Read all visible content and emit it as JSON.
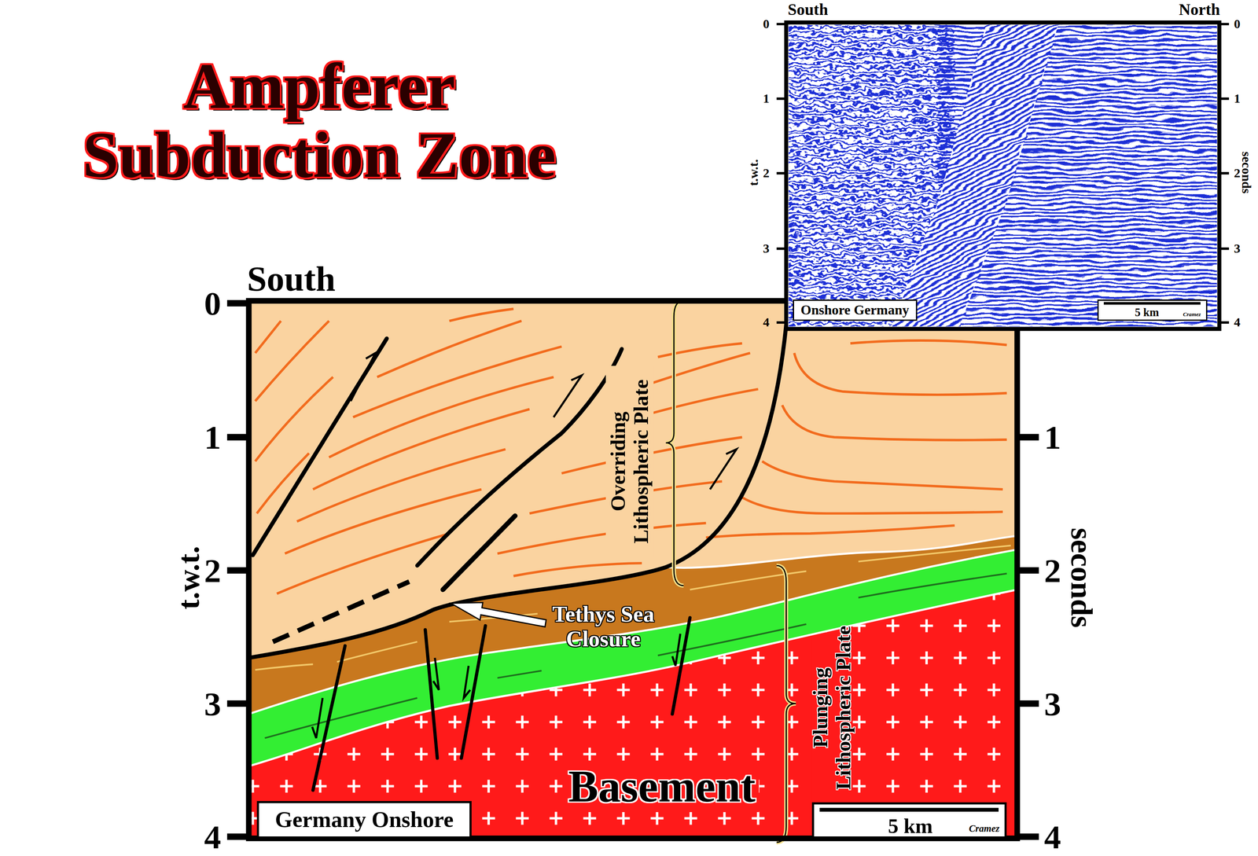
{
  "diagram": {
    "title": "Ampferer Subduction Zone",
    "nodes": [
      {
        "text": [
          "Onshore Germany"
        ]
      },
      {
        "text": [
          "5 km",
          "Cramez"
        ]
      },
      {
        "text": [
          "Germany Onshore"
        ]
      },
      {
        "text": [
          "5 km",
          "Cramez"
        ]
      }
    ],
    "labels": [
      "South",
      "North",
      "0",
      "1",
      "2",
      "3",
      "4",
      "t.w.t.",
      "0",
      "1",
      "2",
      "3",
      "4",
      "seconds",
      "South",
      "0",
      "1",
      "2",
      "3",
      "4",
      "t.w.t.",
      "1",
      "2",
      "3",
      "4",
      "seconds",
      "Overriding Lithospheric Plate",
      "Plunging Lithospheric Plate",
      "Tethys Sea Closure",
      "Basement"
    ]
  }
}
